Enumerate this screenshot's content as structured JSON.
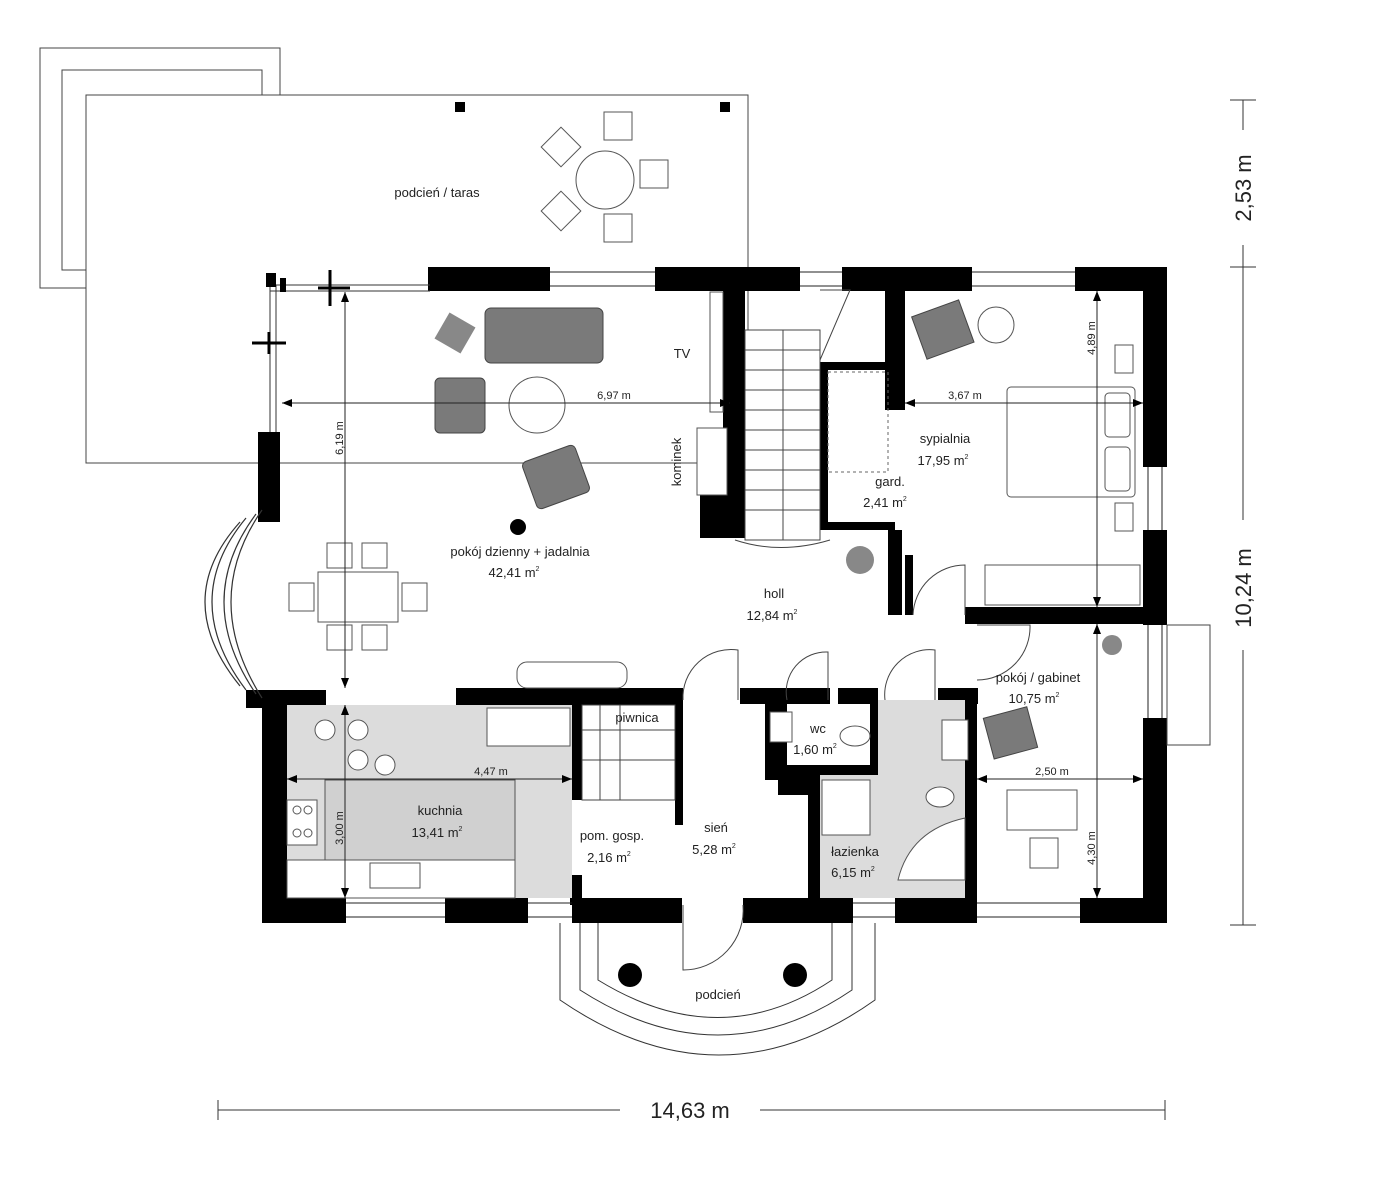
{
  "overall": {
    "width": "14,63 m",
    "depth": "10,24 m",
    "terrace_depth": "2,53 m"
  },
  "rooms": {
    "terrace": {
      "name": "podcień / taras"
    },
    "living": {
      "name": "pokój dzienny + jadalnia",
      "area": "42,41 m",
      "width": "6,97 m",
      "depth": "6,19 m"
    },
    "tv": {
      "name": "TV"
    },
    "fireplace": {
      "name": "kominek"
    },
    "wardrobe": {
      "name": "gard.",
      "area": "2,41 m"
    },
    "bedroom": {
      "name": "sypialnia",
      "area": "17,95 m",
      "width": "3,67 m",
      "depth": "4,89 m"
    },
    "hall": {
      "name": "holl",
      "area": "12,84 m"
    },
    "study": {
      "name": "pokój / gabinet",
      "area": "10,75 m",
      "width": "2,50 m",
      "depth": "4,30 m"
    },
    "basement": {
      "name": "piwnica"
    },
    "wc": {
      "name": "wc",
      "area": "1,60 m"
    },
    "kitchen": {
      "name": "kuchnia",
      "area": "13,41 m",
      "width": "4,47 m",
      "depth": "3,00 m"
    },
    "utility": {
      "name": "pom. gosp.",
      "area": "2,16 m"
    },
    "vestibule": {
      "name": "sień",
      "area": "5,28 m"
    },
    "bathroom": {
      "name": "łazienka",
      "area": "6,15 m"
    },
    "porch": {
      "name": "podcień"
    }
  },
  "sup": "2"
}
